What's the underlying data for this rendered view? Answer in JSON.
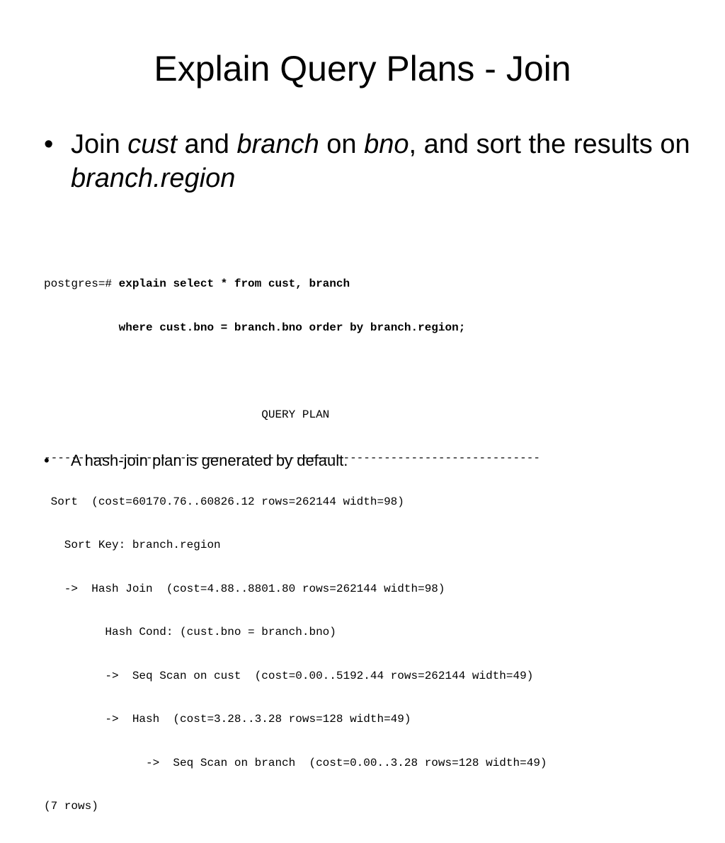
{
  "slide": {
    "title": "Explain Query Plans - Join",
    "bullet1": {
      "marker": "•",
      "part1": "Join ",
      "cust": "cust",
      "part2": " and ",
      "branch": "branch",
      "part3": " on ",
      "bno": "bno",
      "part4": ", and sort the results on ",
      "region": "branch.region"
    },
    "code": {
      "prompt": "postgres=# ",
      "query_line1": "explain select * from cust, branch",
      "indent2": "           ",
      "query_line2": "where cust.bno = branch.bno order by branch.region;",
      "blank": "",
      "header": "                                QUERY PLAN",
      "separator": "-------------------------------------------------------------------------",
      "plan": [
        " Sort  (cost=60170.76..60826.12 rows=262144 width=98)",
        "   Sort Key: branch.region",
        "   ->  Hash Join  (cost=4.88..8801.80 rows=262144 width=98)",
        "         Hash Cond: (cust.bno = branch.bno)",
        "         ->  Seq Scan on cust  (cost=0.00..5192.44 rows=262144 width=49)",
        "         ->  Hash  (cost=3.28..3.28 rows=128 width=49)",
        "               ->  Seq Scan on branch  (cost=0.00..3.28 rows=128 width=49)",
        "(7 rows)"
      ]
    },
    "bullet2": {
      "marker": "•",
      "text": "A hash-join plan is generated by default."
    }
  }
}
